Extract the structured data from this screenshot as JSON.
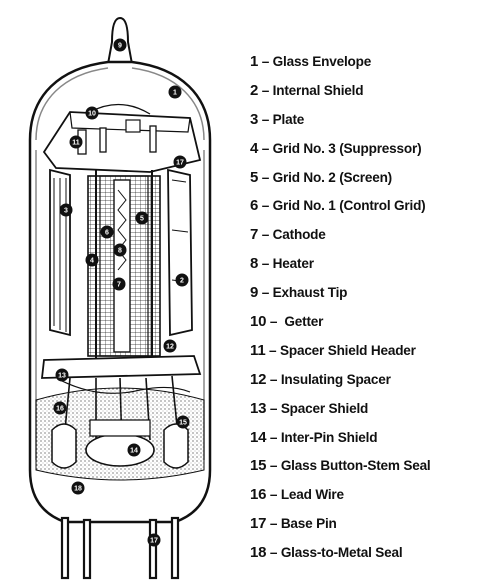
{
  "legend": {
    "items": [
      {
        "num": "1",
        "sep": " – ",
        "label": "Glass Envelope"
      },
      {
        "num": "2",
        "sep": " – ",
        "label": "Internal Shield"
      },
      {
        "num": "3",
        "sep": " – ",
        "label": "Plate"
      },
      {
        "num": "4",
        "sep": " – ",
        "label": "Grid No. 3 (Suppressor)"
      },
      {
        "num": "5",
        "sep": " – ",
        "label": "Grid No. 2 (Screen)"
      },
      {
        "num": "6",
        "sep": " – ",
        "label": "Grid No. 1 (Control Grid)"
      },
      {
        "num": "7",
        "sep": " – ",
        "label": "Cathode"
      },
      {
        "num": "8",
        "sep": " – ",
        "label": "Heater"
      },
      {
        "num": "9",
        "sep": " – ",
        "label": "Exhaust Tip"
      },
      {
        "num": "10",
        "sep": " – ",
        "label": " Getter"
      },
      {
        "num": "11",
        "sep": " – ",
        "label": "Spacer Shield Header"
      },
      {
        "num": "12",
        "sep": " – ",
        "label": "Insulating Spacer"
      },
      {
        "num": "13",
        "sep": " – ",
        "label": "Spacer Shield"
      },
      {
        "num": "14",
        "sep": " – ",
        "label": "Inter-Pin Shield"
      },
      {
        "num": "15",
        "sep": " – ",
        "label": "Glass Button-Stem Seal"
      },
      {
        "num": "16",
        "sep": " – ",
        "label": "Lead Wire"
      },
      {
        "num": "17",
        "sep": " – ",
        "label": "Base Pin"
      },
      {
        "num": "18",
        "sep": " – ",
        "label": "Glass-to-Metal Seal"
      }
    ]
  },
  "callouts": [
    "9",
    "1",
    "10",
    "11",
    "17",
    "3",
    "5",
    "6",
    "8",
    "4",
    "7",
    "2",
    "12",
    "13",
    "16",
    "15",
    "14",
    "18",
    "17"
  ],
  "colors": {
    "ink": "#111111",
    "paper": "#ffffff",
    "glass_shade": "#b8b8b8"
  }
}
